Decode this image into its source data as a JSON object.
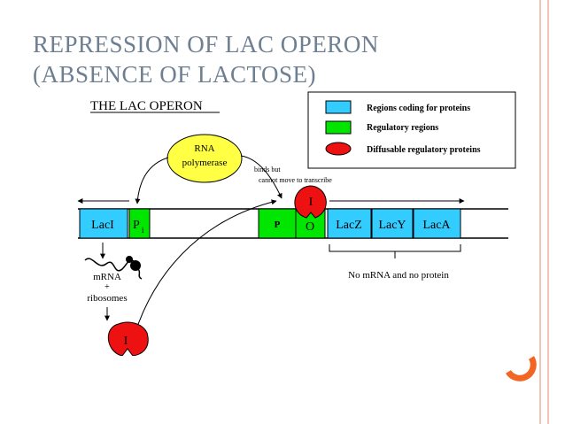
{
  "slide": {
    "title_line1": "REPRESSION OF LAC OPERON",
    "title_line2": "(ABSENCE OF LACTOSE)"
  },
  "diagram": {
    "heading": "THE LAC OPERON",
    "legend": {
      "coding": "Regions coding for proteins",
      "regulatory": "Regulatory regions",
      "diffusable": "Diffusable regulatory proteins"
    },
    "rna_polymerase": {
      "line1": "RNA",
      "line2": "polymerase"
    },
    "binds_note": {
      "line1": "binds but",
      "line2": "cannot move to transcribe"
    },
    "genes": {
      "lacI": "LacI",
      "pi": "P",
      "pi_sub": "i",
      "p": "P",
      "o": "O",
      "lacZ": "LacZ",
      "lacY": "LacY",
      "lacA": "LacA"
    },
    "repressor_label": "I",
    "mrna_note": {
      "line1": "mRNA",
      "line2": "+",
      "line3": "ribosomes"
    },
    "no_mrna": "No mRNA and no protein"
  },
  "colors": {
    "coding": "#33ccff",
    "regulatory": "#00e600",
    "repressor": "#ee1111",
    "polymerase": "#ffff44",
    "title": "#6d7f91",
    "accent": "#f26522",
    "border": "#f1c4b4"
  }
}
